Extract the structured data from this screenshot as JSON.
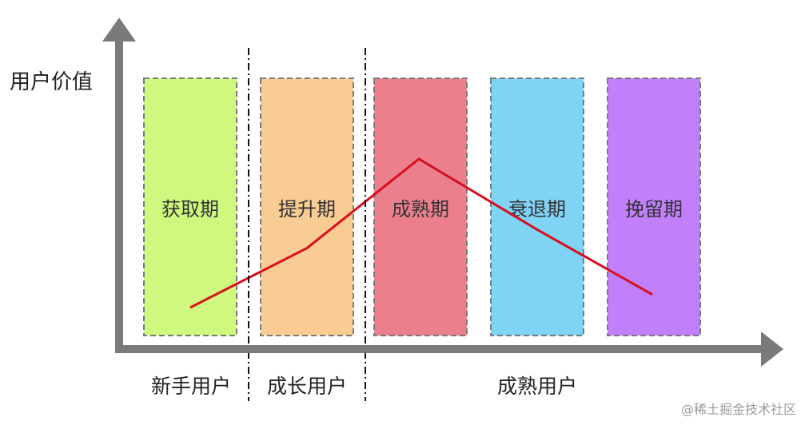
{
  "axes": {
    "y_label": "用户价值",
    "color": "#7a7a7a"
  },
  "stages": [
    {
      "label": "获取期",
      "fill": "#cff87f"
    },
    {
      "label": "提升期",
      "fill": "#f9cc93"
    },
    {
      "label": "成熟期",
      "fill": "#eb808c"
    },
    {
      "label": "衰退期",
      "fill": "#7fd3f5"
    },
    {
      "label": "挽留期",
      "fill": "#c27ffb"
    }
  ],
  "value_curve": {
    "color": "#d7101e",
    "levels": [
      0.2,
      0.52,
      1.0,
      0.62,
      0.27
    ]
  },
  "user_groups": [
    {
      "label": "新手用户"
    },
    {
      "label": "成长用户"
    },
    {
      "label": "成熟用户"
    }
  ],
  "watermark": "@稀土掘金技术社区"
}
